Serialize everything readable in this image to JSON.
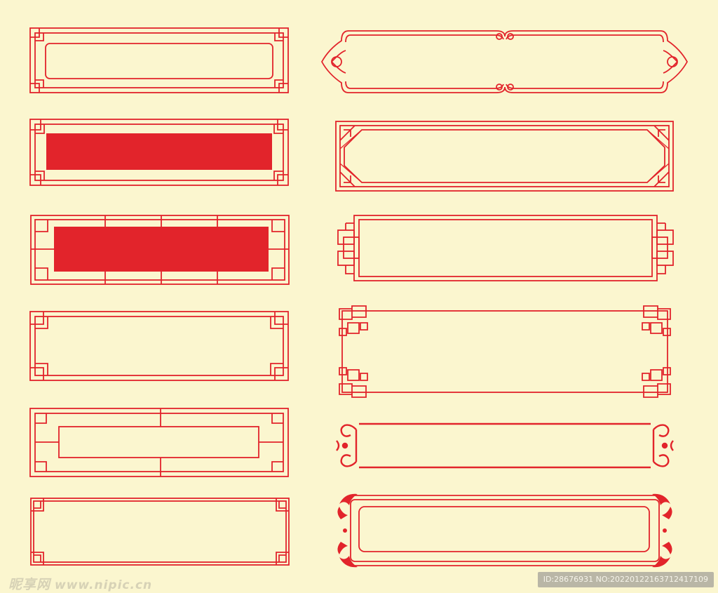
{
  "palette": {
    "background": "#fbf6cf",
    "stroke": "#e2242b",
    "fill": "#e2242b"
  },
  "frames": {
    "left": [
      "square-corner-rounded-inner",
      "square-corner-solid-panel",
      "lattice-solid-panel",
      "stepped-corner-plain",
      "lattice-inner-panel",
      "square-corner-double-line"
    ],
    "right": [
      "cloud-scroll-ends",
      "cut-corner-octagon",
      "square-lattice-ends",
      "square-cluster-corners",
      "scroll-curl-corners",
      "floral-corner-rounded-inner"
    ]
  },
  "watermark": {
    "logo_zh": "昵享网",
    "site": "www.nipic.cn",
    "id_text": "ID:28676931 NO:20220122163712417109"
  }
}
